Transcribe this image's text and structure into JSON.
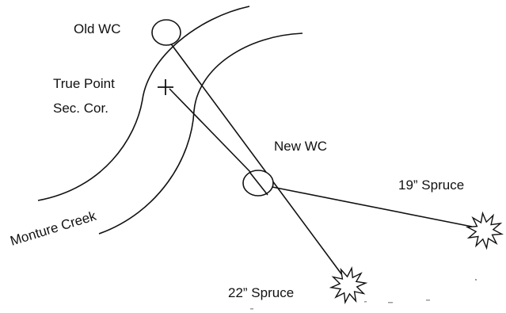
{
  "labels": {
    "old_wc": "Old WC",
    "true_point_line1": "True Point",
    "true_point_line2": "Sec. Cor.",
    "new_wc": "New WC",
    "spruce_19": "19” Spruce",
    "spruce_22": "22” Spruce",
    "creek": "Monture Creek"
  },
  "colors": {
    "ink": "#111111",
    "background": "#ffffff"
  }
}
